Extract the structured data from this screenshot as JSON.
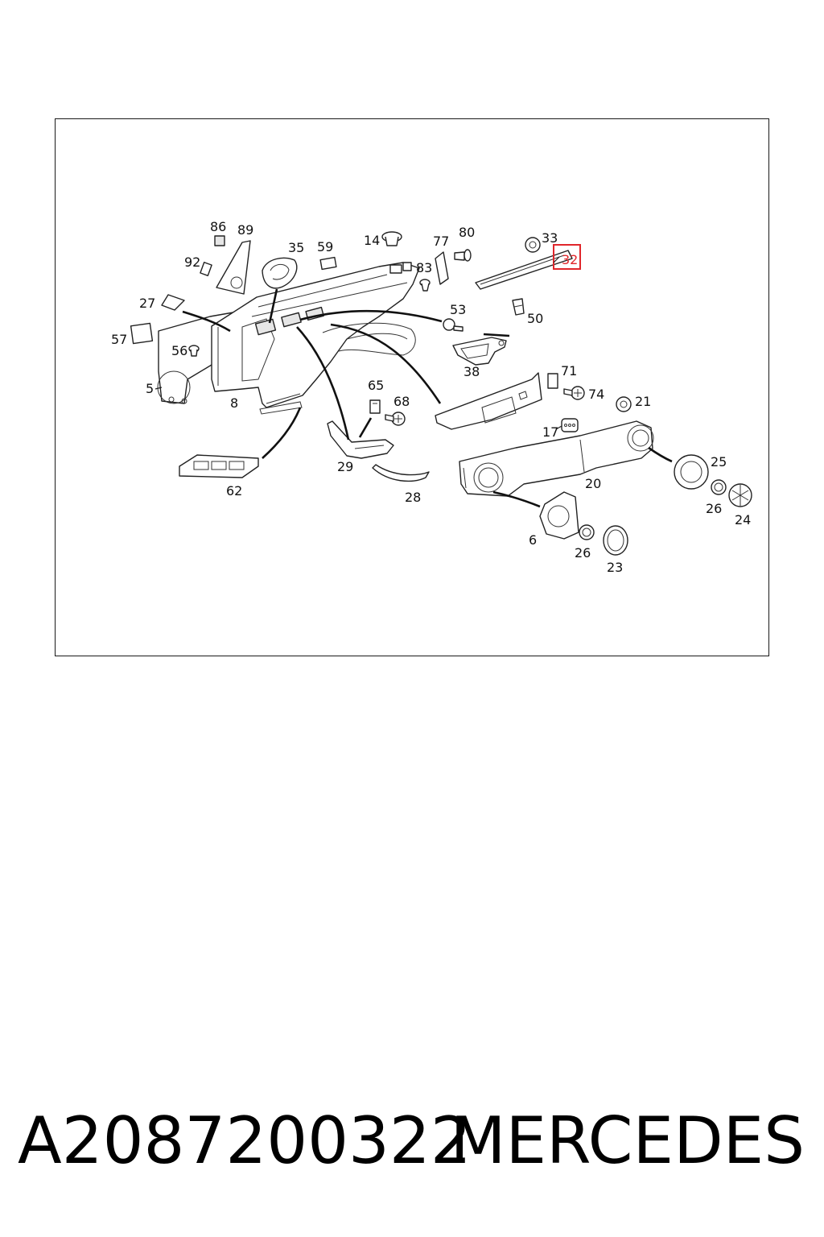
{
  "diagram": {
    "part_labels": {
      "p86": "86",
      "p89": "89",
      "p35": "35",
      "p59": "59",
      "p14": "14",
      "p77": "77",
      "p80": "80",
      "p33": "33",
      "p32": "32",
      "p92": "92",
      "p83": "83",
      "p27": "27",
      "p53": "53",
      "p50": "50",
      "p57": "57",
      "p56": "56",
      "p38": "38",
      "p71": "71",
      "p74": "74",
      "p21": "21",
      "p5": "5",
      "p8": "8",
      "p65": "65",
      "p68": "68",
      "p17": "17",
      "p20": "20",
      "p25": "25",
      "p26a": "26",
      "p24": "24",
      "p29": "29",
      "p28": "28",
      "p62": "62",
      "p6": "6",
      "p26b": "26",
      "p23": "23"
    },
    "highlight_color": "#e0262b"
  },
  "caption": {
    "part_number": "A2087200322",
    "brand": "MERCEDES"
  }
}
